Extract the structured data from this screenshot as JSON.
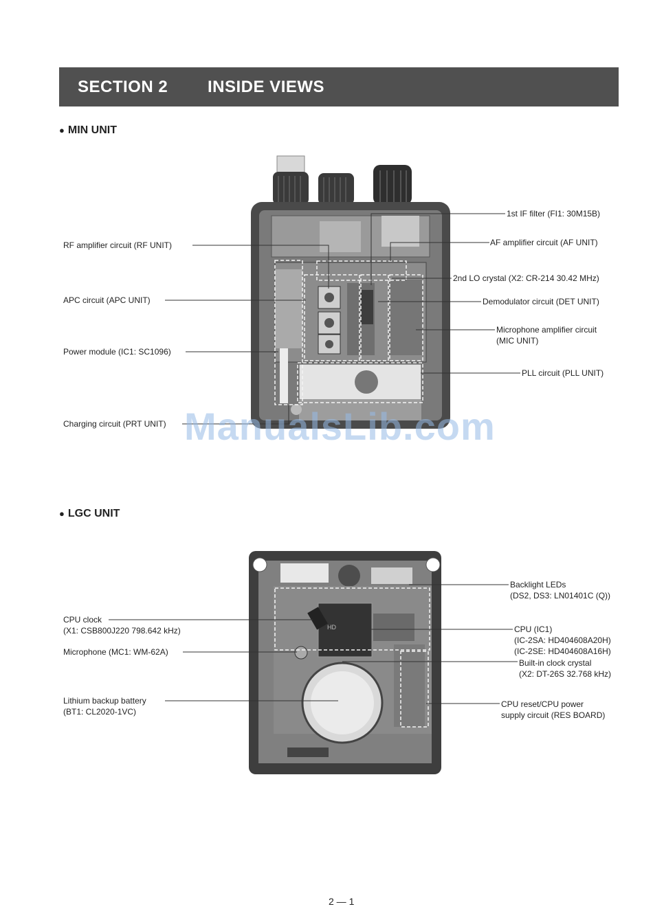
{
  "header": {
    "section_label": "SECTION  2",
    "title": "INSIDE VIEWS"
  },
  "min_unit": {
    "heading": "MIN UNIT",
    "labels_left": [
      "RF amplifier circuit (RF UNIT)",
      "APC circuit (APC UNIT)",
      "Power module (IC1: SC1096)",
      "Charging circuit (PRT UNIT)"
    ],
    "labels_right": [
      "1st IF filter (FI1: 30M15B)",
      "AF amplifier circuit (AF UNIT)",
      "2nd LO crystal (X2: CR-214 30.42 MHz)",
      "Demodulator circuit (DET UNIT)",
      "Microphone amplifier circuit",
      "(MIC UNIT)",
      "PLL circuit (PLL UNIT)"
    ]
  },
  "lgc_unit": {
    "heading": "LGC UNIT",
    "labels_left": [
      "CPU clock",
      "(X1: CSB800J220 798.642 kHz)",
      "Microphone (MC1: WM-62A)",
      "Lithium backup battery",
      "(BT1: CL2020-1VC)"
    ],
    "labels_right": [
      "Backlight LEDs",
      "(DS2, DS3: LN01401C (Q))",
      "CPU (IC1)",
      "(IC-2SA: HD404608A20H)",
      "(IC-2SE: HD404608A16H)",
      "Built-in clock crystal",
      "(X2: DT-26S 32.768 kHz)",
      "CPU reset/CPU power",
      "supply circuit (RES BOARD)"
    ]
  },
  "watermark": "ManualsLib.com",
  "page_number": "2 — 1"
}
